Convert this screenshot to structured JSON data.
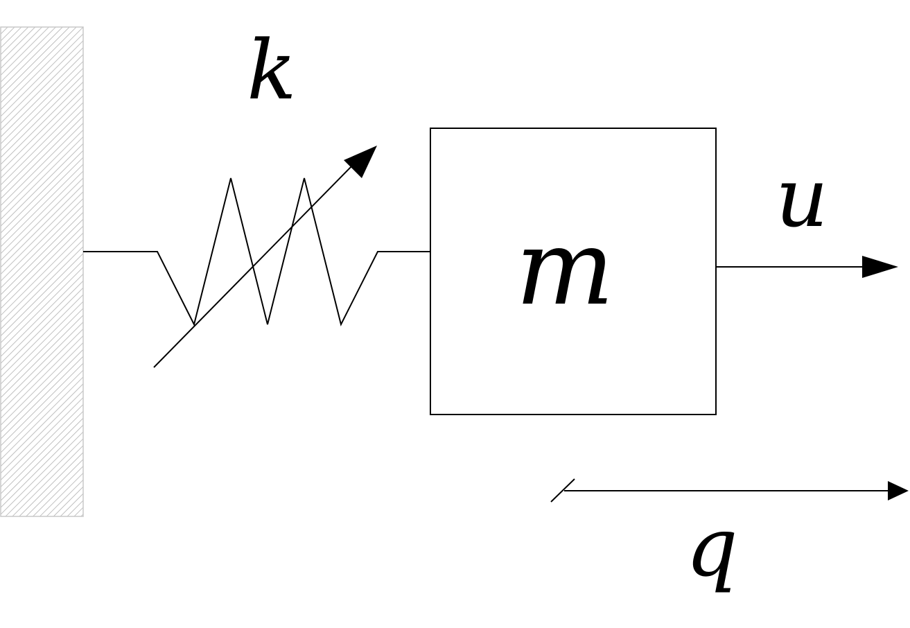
{
  "labels": {
    "spring_constant": "k",
    "mass": "m",
    "force": "u",
    "displacement": "q"
  },
  "colors": {
    "line": "#000000",
    "wall_hatch": "#b0b0b0",
    "wall_border": "#c8c8c8",
    "background": "#ffffff"
  }
}
